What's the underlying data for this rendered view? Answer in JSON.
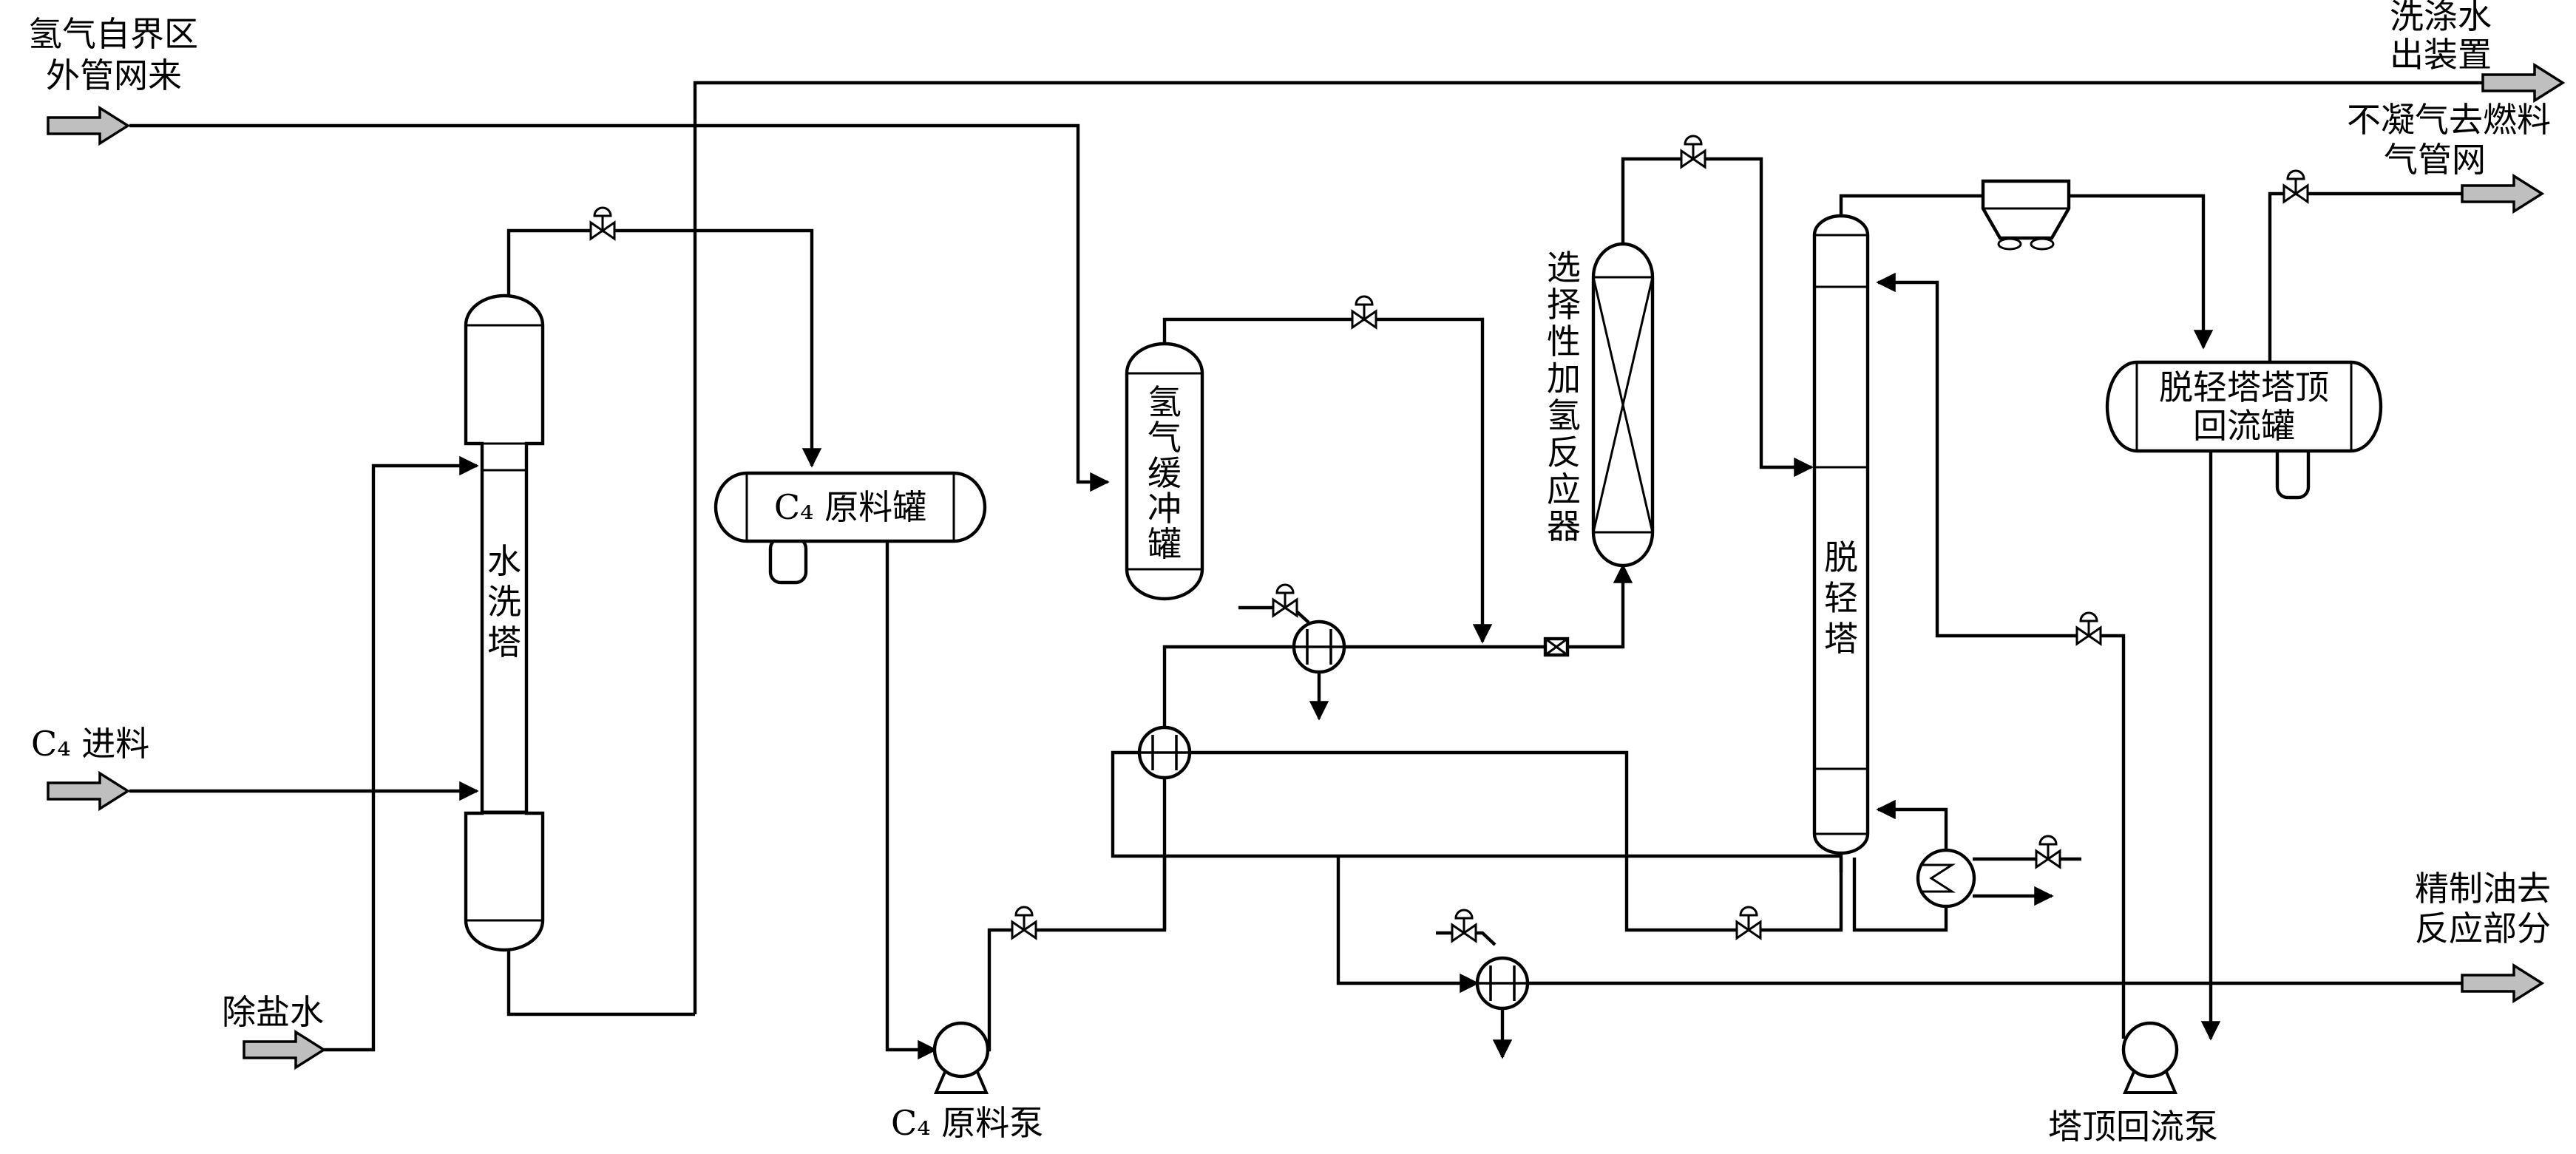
{
  "colors": {
    "line": "#000000",
    "feed_arrow_fill": "#bfbfbf",
    "background": "#ffffff"
  },
  "labels": {
    "h2_feed": [
      "氢气自界区",
      "外管网来"
    ],
    "wash_water_out": [
      "洗涤水",
      "出装置"
    ],
    "noncondensable": [
      "不凝气去燃料",
      "气管网"
    ],
    "c4_feed": "C₄ 进料",
    "desalted_water": "除盐水",
    "c4_pump": "C₄ 原料泵",
    "refined_oil": [
      "精制油去",
      "反应部分"
    ],
    "reflux_pump": "塔顶回流泵"
  },
  "equipment": {
    "water_wash_tower": [
      "水",
      "洗",
      "塔"
    ],
    "c4_feed_tank": "C₄ 原料罐",
    "h2_buffer_tank": [
      "氢",
      "气",
      "缓",
      "冲",
      "罐"
    ],
    "reactor": [
      "选",
      "择",
      "性",
      "加",
      "氢",
      "反",
      "应",
      "器"
    ],
    "light_removal_tower": [
      "脱",
      "轻",
      "塔"
    ],
    "reflux_drum": [
      "脱轻塔塔顶",
      "回流罐"
    ]
  },
  "icons": [
    "feed-arrow-icon",
    "control-valve-icon",
    "heat-exchanger-icon",
    "centrifugal-pump-icon",
    "air-cooler-icon",
    "reboiler-icon",
    "static-mixer-icon",
    "flow-arrowhead-icon"
  ]
}
